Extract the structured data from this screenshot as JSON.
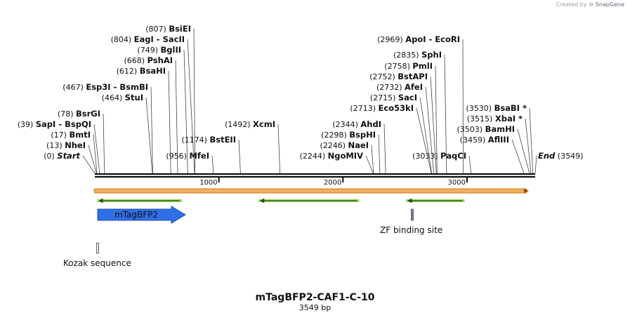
{
  "credit": {
    "text": "Created by",
    "logo": "SnapGene"
  },
  "map": {
    "title": "mTagBFP2-CAF1-C-10",
    "length_label": "3549 bp",
    "length": 3549,
    "ticks": [
      {
        "pos": 1000,
        "label": "1000"
      },
      {
        "pos": 2000,
        "label": "2000"
      },
      {
        "pos": 3000,
        "label": "3000"
      }
    ],
    "sites": [
      {
        "pos": 0,
        "pos_label": "(0)",
        "name": "Start",
        "italic": true,
        "side": "left"
      },
      {
        "pos": 13,
        "pos_label": "(13)",
        "name": "NheI",
        "side": "left"
      },
      {
        "pos": 17,
        "pos_label": "(17)",
        "name": "BmtI",
        "side": "left"
      },
      {
        "pos": 39,
        "pos_label": "(39)",
        "name": "SapI  - BspQI",
        "side": "left"
      },
      {
        "pos": 78,
        "pos_label": "(78)",
        "name": "BsrGI",
        "side": "left"
      },
      {
        "pos": 464,
        "pos_label": "(464)",
        "name": "StuI",
        "side": "left"
      },
      {
        "pos": 467,
        "pos_label": "(467)",
        "name": "Esp3I  - BsmBI",
        "side": "left"
      },
      {
        "pos": 612,
        "pos_label": "(612)",
        "name": "BsaHI",
        "side": "left"
      },
      {
        "pos": 668,
        "pos_label": "(668)",
        "name": "PshAI",
        "side": "left"
      },
      {
        "pos": 749,
        "pos_label": "(749)",
        "name": "BglII",
        "side": "left"
      },
      {
        "pos": 804,
        "pos_label": "(804)",
        "name": "EagI  - SacII",
        "side": "left"
      },
      {
        "pos": 807,
        "pos_label": "(807)",
        "name": "BsiEI",
        "side": "left"
      },
      {
        "pos": 956,
        "pos_label": "(956)",
        "name": "MfeI",
        "side": "left"
      },
      {
        "pos": 1174,
        "pos_label": "(1174)",
        "name": "BstEII",
        "side": "left"
      },
      {
        "pos": 1492,
        "pos_label": "(1492)",
        "name": "XcmI",
        "side": "left"
      },
      {
        "pos": 2244,
        "pos_label": "(2244)",
        "name": "NgoMIV",
        "side": "left"
      },
      {
        "pos": 2246,
        "pos_label": "(2246)",
        "name": "NaeI",
        "side": "left"
      },
      {
        "pos": 2298,
        "pos_label": "(2298)",
        "name": "BspHI",
        "side": "left"
      },
      {
        "pos": 2344,
        "pos_label": "(2344)",
        "name": "AhdI",
        "side": "left"
      },
      {
        "pos": 2713,
        "pos_label": "(2713)",
        "name": "Eco53kI",
        "side": "left"
      },
      {
        "pos": 2715,
        "pos_label": "(2715)",
        "name": "SacI",
        "side": "left"
      },
      {
        "pos": 2732,
        "pos_label": "(2732)",
        "name": "AfeI",
        "side": "left"
      },
      {
        "pos": 2752,
        "pos_label": "(2752)",
        "name": "BstAPI",
        "side": "left"
      },
      {
        "pos": 2758,
        "pos_label": "(2758)",
        "name": "PmlI",
        "side": "left"
      },
      {
        "pos": 2835,
        "pos_label": "(2835)",
        "name": "SphI",
        "side": "left"
      },
      {
        "pos": 2969,
        "pos_label": "(2969)",
        "name": "ApoI  - EcoRI",
        "side": "left"
      },
      {
        "pos": 3033,
        "pos_label": "(3033)",
        "name": "PaqCI",
        "side": "left"
      },
      {
        "pos": 3459,
        "pos_label": "(3459)",
        "name": "AflIII",
        "side": "left"
      },
      {
        "pos": 3503,
        "pos_label": "(3503)",
        "name": "BamHI",
        "side": "left"
      },
      {
        "pos": 3515,
        "pos_label": "(3515)",
        "name": "XbaI *",
        "side": "left"
      },
      {
        "pos": 3530,
        "pos_label": "(3530)",
        "name": "BsaBI *",
        "side": "left"
      },
      {
        "pos": 3549,
        "pos_label": "(3549)",
        "name": "End",
        "italic": true,
        "side": "right"
      }
    ],
    "features": [
      {
        "name": "mTagBFP2",
        "start": 0,
        "end": 720,
        "direction": "forward",
        "color": "#2f6fe8"
      },
      {
        "name": "ZF binding site",
        "start": 2550,
        "end": 2565,
        "color": "#6a7f96"
      },
      {
        "name": "Kozak sequence",
        "start": 0,
        "end": 10,
        "color": "#a0a0a0"
      }
    ],
    "orfs": [
      {
        "start": 20,
        "end": 700,
        "direction": "reverse"
      },
      {
        "start": 1320,
        "end": 2130,
        "direction": "reverse"
      },
      {
        "start": 2510,
        "end": 2980,
        "direction": "reverse"
      }
    ],
    "colors": {
      "backbone": "#111111",
      "orf_fill": "#9bd24a",
      "orf_arrow": "#1f4f1f",
      "selection_fill": "#f0b060",
      "selection_border": "#d07a10"
    }
  }
}
